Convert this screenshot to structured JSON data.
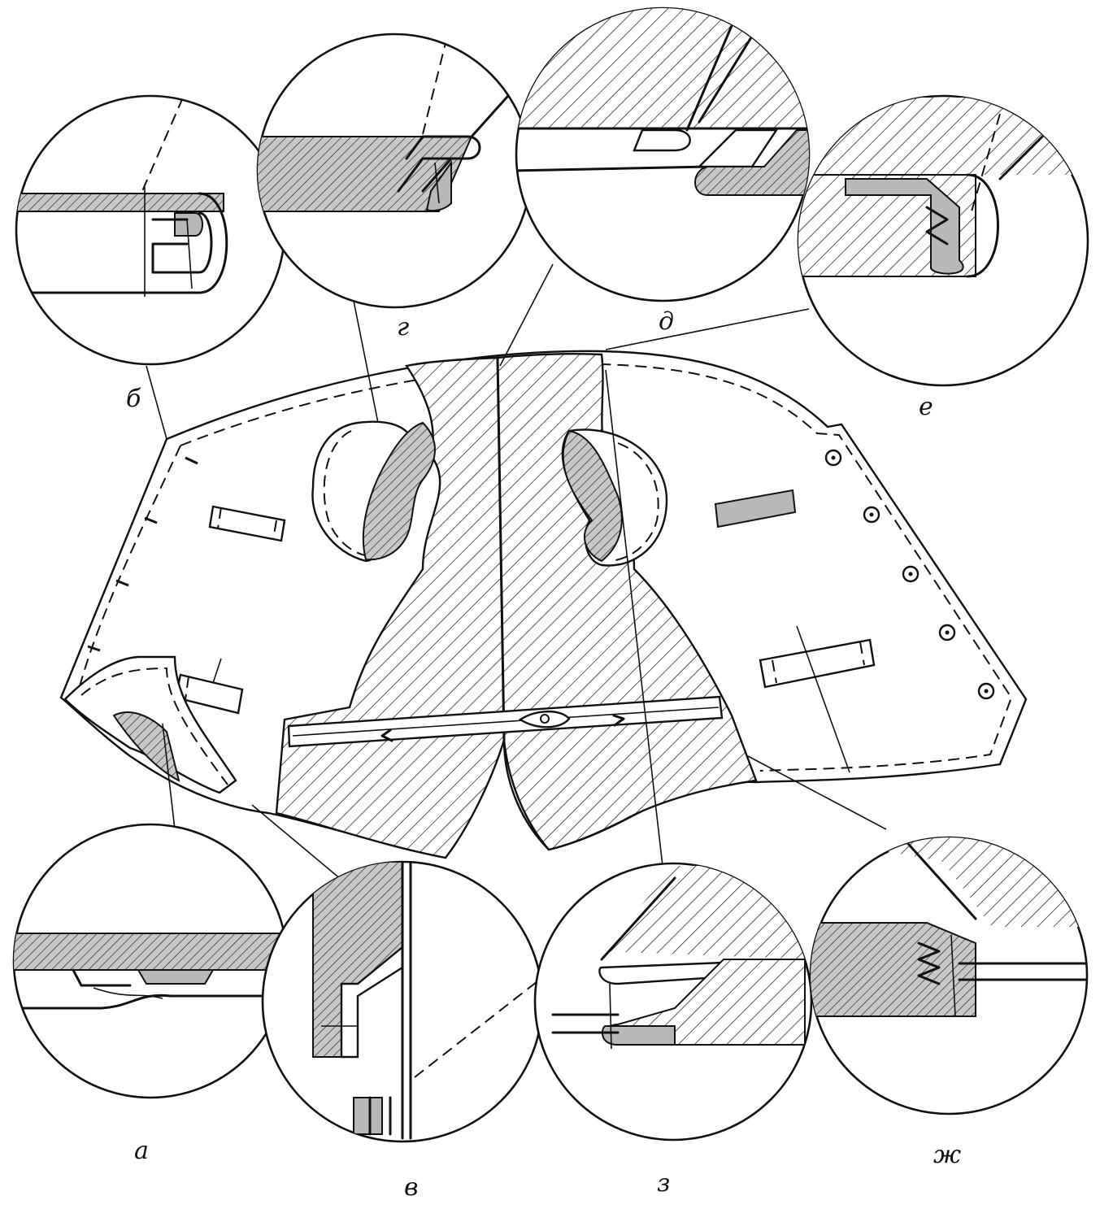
{
  "labels": {
    "a": "а",
    "b": "б",
    "v": "в",
    "g": "г",
    "d": "д",
    "e": "е",
    "zh": "ж",
    "z": "з"
  },
  "icons": [
    "needle-icon",
    "button-icon"
  ],
  "colors": {
    "ink": "#111111",
    "shade": "#b8b8b8",
    "paper": "#ffffff"
  }
}
